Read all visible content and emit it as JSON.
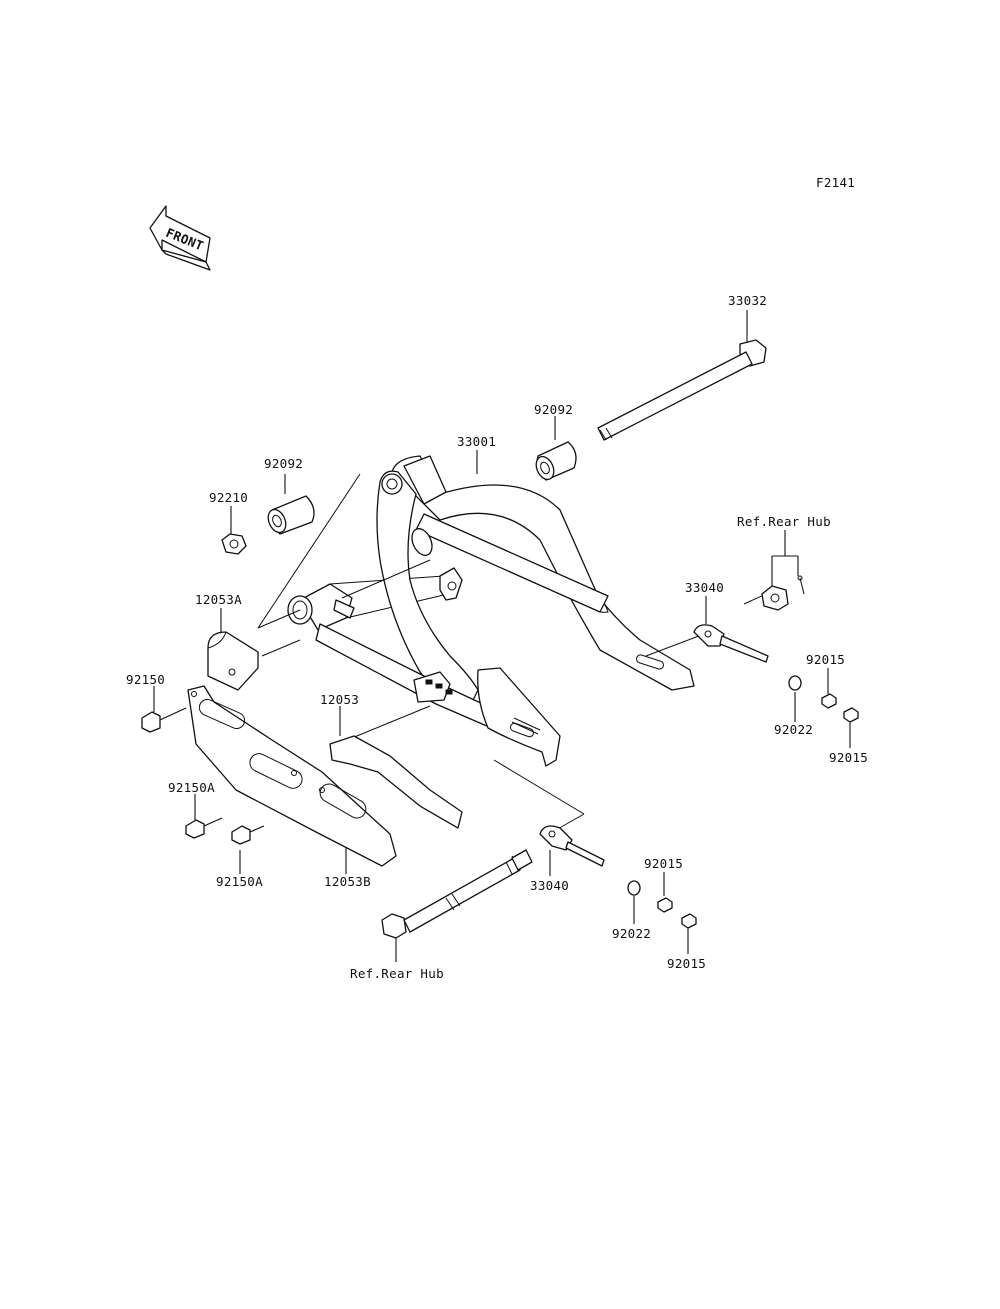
{
  "figure_code": "F2141",
  "front_marker": "FRONT",
  "labels": {
    "p33032": "33032",
    "p92092_right": "92092",
    "p33001": "33001",
    "p92092_left": "92092",
    "p92210": "92210",
    "ref_rear_hub_top": "Ref.Rear Hub",
    "p33040_upper": "33040",
    "p12053A": "12053A",
    "p92150": "92150",
    "p12053": "12053",
    "p92015_a": "92015",
    "p92022_upper": "92022",
    "p92015_b": "92015",
    "p92150A_upper": "92150A",
    "p92150A_lower": "92150A",
    "p12053B": "12053B",
    "p33040_lower": "33040",
    "p92015_c": "92015",
    "p92022_lower": "92022",
    "p92015_d": "92015",
    "ref_rear_hub_bottom": "Ref.Rear Hub"
  }
}
